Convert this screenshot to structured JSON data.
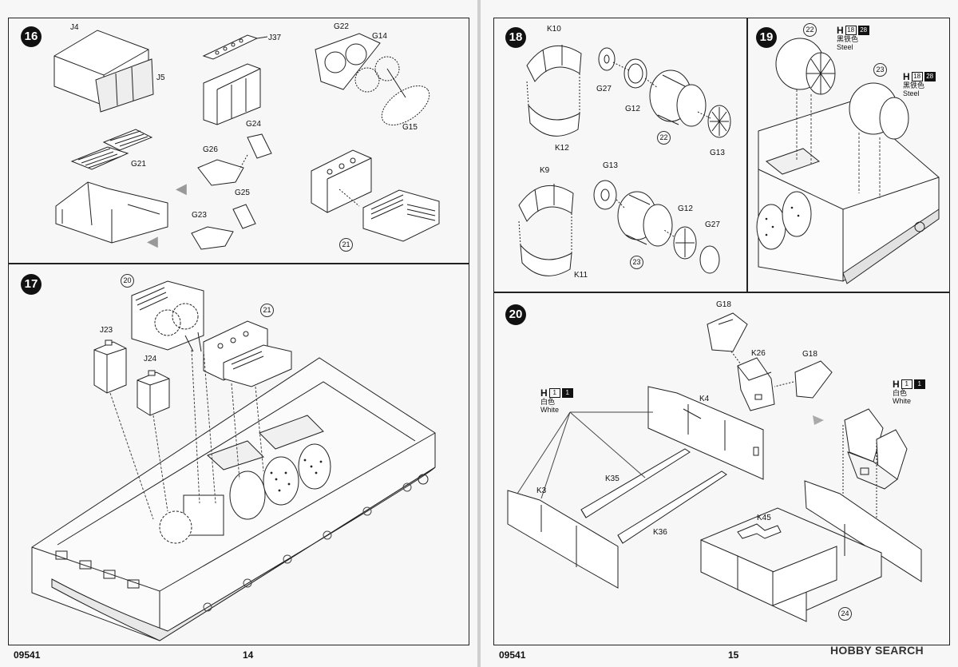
{
  "left_page": {
    "catalog_no": "09541",
    "page_no": "14",
    "step16": {
      "number": "16",
      "labels": [
        "J4",
        "J5",
        "J37",
        "G22",
        "G14",
        "G15",
        "G21",
        "G24",
        "G26",
        "G25",
        "G23"
      ],
      "subassembly": "21"
    },
    "step17": {
      "number": "17",
      "labels": [
        "J23",
        "J24"
      ],
      "subassembly_refs": [
        "20",
        "21"
      ]
    }
  },
  "right_page": {
    "catalog_no": "09541",
    "page_no": "15",
    "step18": {
      "number": "18",
      "labels_top": [
        "K10",
        "G27",
        "G12",
        "G13",
        "K12"
      ],
      "labels_bottom": [
        "K9",
        "G13",
        "G12",
        "G27",
        "K11"
      ],
      "subassemblies": [
        "22",
        "23"
      ]
    },
    "step19": {
      "number": "19",
      "refs": [
        {
          "sub": "22",
          "color_code": "H",
          "codes": [
            "18",
            "28"
          ],
          "name_cn": "黑铁色",
          "name_en": "Steel"
        },
        {
          "sub": "23",
          "color_code": "H",
          "codes": [
            "18",
            "28"
          ],
          "name_cn": "黑铁色",
          "name_en": "Steel"
        }
      ]
    },
    "step20": {
      "number": "20",
      "labels": [
        "G18",
        "K26",
        "G18",
        "K4",
        "K35",
        "K3",
        "K36",
        "K45"
      ],
      "color_left": {
        "color_code": "H",
        "codes": [
          "1",
          "1"
        ],
        "name_cn": "白色",
        "name_en": "White"
      },
      "color_right": {
        "color_code": "H",
        "codes": [
          "1",
          "1"
        ],
        "name_cn": "白色",
        "name_en": "White"
      },
      "subassembly": "24"
    }
  },
  "watermark": "HOBBY SEARCH",
  "colors": {
    "page": "#f7f7f7",
    "ink": "#111111",
    "arrow": "#9a9a9a"
  }
}
